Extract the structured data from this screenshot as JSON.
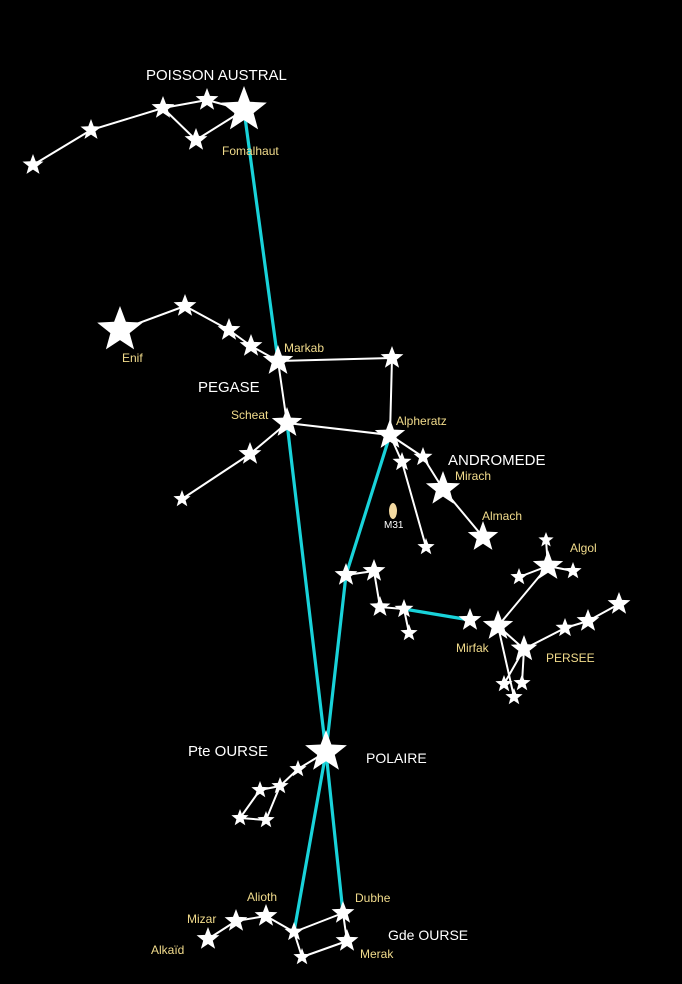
{
  "constellations": {
    "piscis_austrinus": "POISSON AUSTRAL",
    "pegasus": "PEGASE",
    "andromeda": "ANDROMEDE",
    "perseus": "PERSEE",
    "ursa_minor": "Pte OURSE",
    "polaris": "POLAIRE",
    "ursa_major": "Gde OURSE"
  },
  "stars": {
    "fomalhaut": "Fomalhaut",
    "enif": "Enif",
    "markab": "Markab",
    "scheat": "Scheat",
    "alpheratz": "Alpheratz",
    "mirach": "Mirach",
    "almach": "Almach",
    "algol": "Algol",
    "mirfak": "Mirfak",
    "alioth": "Alioth",
    "mizar": "Mizar",
    "alkaid": "Alkaïd",
    "dubhe": "Dubhe",
    "merak": "Merak"
  },
  "objects": {
    "m31": "M31"
  },
  "colors": {
    "background": "#000000",
    "star": "#ffffff",
    "constellation_line": "#ffffff",
    "guide_line": "#19d3da",
    "star_label": "#f2dc8c",
    "constellation_label": "#ffffff",
    "m31": "#f3d9a0"
  }
}
